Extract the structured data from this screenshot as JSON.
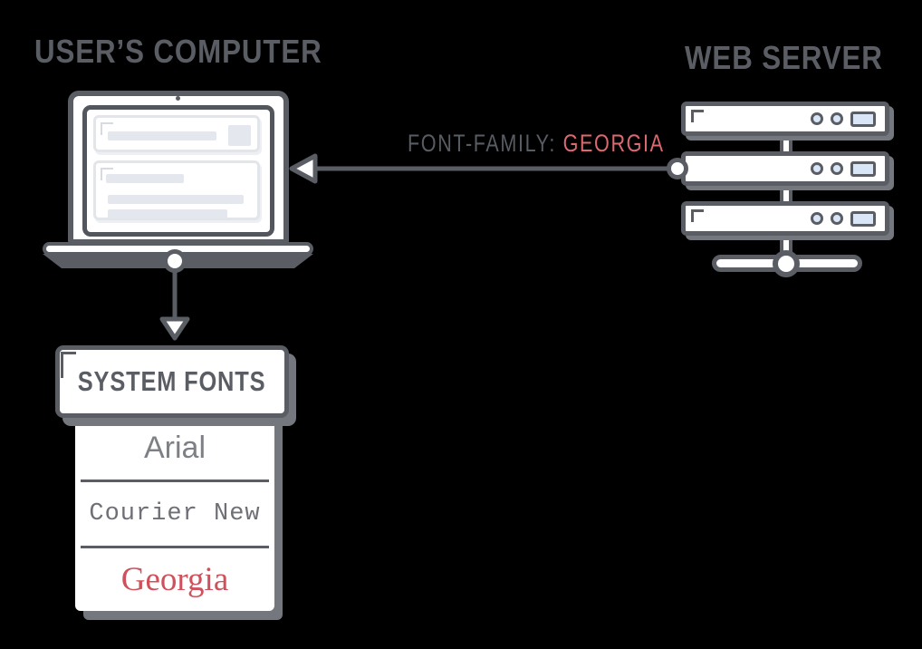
{
  "colors": {
    "background": "#000000",
    "outline_gray": "#5a5e64",
    "shadow_gray": "#74777d",
    "surface_white": "#ffffff",
    "placeholder_gray": "#e4e7ed",
    "indicator_blue": "#d9e6f8",
    "accent_red_label": "#dc6870",
    "accent_red_georgia": "#cf515c",
    "body_text_gray": "#7d8085"
  },
  "headings": {
    "left": "USER’S COMPUTER",
    "right": "WEB SERVER"
  },
  "request_label": {
    "property": "FONT-FAMILY:",
    "value": "GEORGIA"
  },
  "system_fonts_panel": {
    "title": "SYSTEM FONTS",
    "fonts": [
      {
        "name": "Arial",
        "style": "sans-serif",
        "highlighted": false
      },
      {
        "name": "Courier New",
        "style": "monospace",
        "highlighted": false
      },
      {
        "name": "Georgia",
        "style": "serif",
        "highlighted": true
      }
    ]
  },
  "icons": {
    "laptop": "laptop-icon",
    "server_stack": "server-stack-icon",
    "arrow_left": "arrow-left-icon",
    "arrow_down": "arrow-down-icon"
  }
}
